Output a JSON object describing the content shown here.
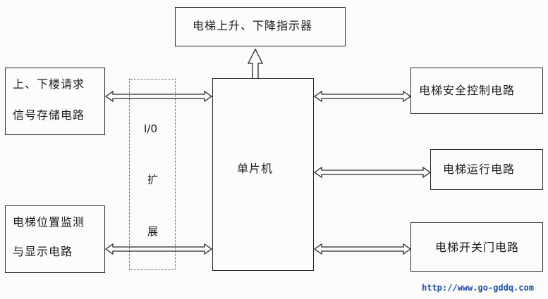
{
  "blocks": {
    "indicator": "电梯上升、下降指示器",
    "request_line1": "上、下楼请求",
    "request_line2": "信号存储电路",
    "position_line1": "电梯位置监测",
    "position_line2": "与显示电路",
    "mcu": "单片机",
    "safety": "电梯安全控制电路",
    "run": "电梯运行电路",
    "door": "电梯开关门电路"
  },
  "io_expansion": {
    "line1": "I/0",
    "line2": "扩",
    "line3": "展"
  },
  "watermark": "http://www.go-gddq.com"
}
